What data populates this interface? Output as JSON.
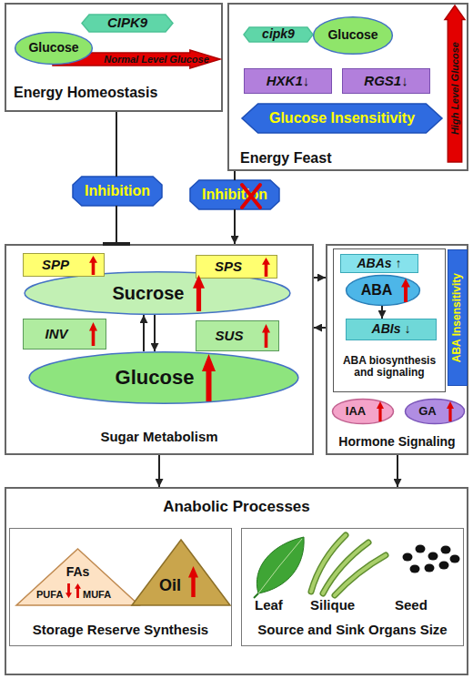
{
  "diagram": {
    "nodes": [
      {
        "text": [
          "Energy Homeostasis"
        ]
      },
      {
        "text": [
          "CIPK9"
        ],
        "in": 0
      },
      {
        "text": [
          "Glucose"
        ],
        "in": 0
      },
      {
        "text": [
          "Normal Level Glucose"
        ],
        "in": 0
      },
      {
        "text": [
          "Energy Feast"
        ]
      },
      {
        "text": [
          "cipk9"
        ],
        "in": 4
      },
      {
        "text": [
          "Glucose"
        ],
        "in": 4
      },
      {
        "text": [
          "High Level Glucose"
        ],
        "in": 4
      },
      {
        "text": [
          "HXK1↓"
        ],
        "in": 4
      },
      {
        "text": [
          "RGS1↓"
        ],
        "in": 4
      },
      {
        "text": [
          "Glucose Insensitivity"
        ],
        "in": 4
      },
      {
        "text": [
          "Inhibition"
        ]
      },
      {
        "text": [
          "Inhibition"
        ]
      },
      {
        "text": [
          "Sugar Metabolism"
        ]
      },
      {
        "text": [
          "SPP"
        ],
        "in": 13
      },
      {
        "text": [
          "SPS"
        ],
        "in": 13
      },
      {
        "text": [
          "Sucrose"
        ],
        "in": 13
      },
      {
        "text": [
          "INV"
        ],
        "in": 13
      },
      {
        "text": [
          "SUS"
        ],
        "in": 13
      },
      {
        "text": [
          "Glucose"
        ],
        "in": 13
      },
      {
        "text": [
          "Hormone Signaling"
        ]
      },
      {
        "text": [
          "ABA biosynthesis and signaling"
        ],
        "in": 20
      },
      {
        "text": [
          "ABAs ↑"
        ],
        "in": 21
      },
      {
        "text": [
          "ABA"
        ],
        "in": 21
      },
      {
        "text": [
          "ABIs ↓"
        ],
        "in": 21
      },
      {
        "text": [
          "ABA Insensitivity"
        ],
        "in": 20
      },
      {
        "text": [
          "IAA"
        ],
        "in": 20
      },
      {
        "text": [
          "GA"
        ],
        "in": 20
      },
      {
        "text": [
          "Anabolic Processes"
        ]
      },
      {
        "text": [
          "Storage Reserve Synthesis"
        ],
        "in": 28
      },
      {
        "text": [
          "FAs",
          "PUFA",
          "MUFA"
        ],
        "in": 29
      },
      {
        "text": [
          "Oil"
        ],
        "in": 29
      },
      {
        "text": [
          "Leaf",
          "Silique",
          "Seed",
          "Source and Sink Organs Size"
        ],
        "in": 28
      }
    ],
    "edges": [
      {
        "from": 0,
        "to": 11,
        "arrow": "none"
      },
      {
        "from": 11,
        "to": 13,
        "arrow": "to"
      },
      {
        "from": 4,
        "to": 12,
        "arrow": "none"
      },
      {
        "from": 12,
        "to": 13,
        "arrow": "to"
      },
      {
        "from": 16,
        "to": 19,
        "arrow": "to"
      },
      {
        "from": 19,
        "to": 16,
        "arrow": "to"
      },
      {
        "from": 13,
        "to": 20,
        "arrow": "to"
      },
      {
        "from": 20,
        "to": 13,
        "arrow": "to"
      },
      {
        "from": 23,
        "to": 24,
        "arrow": "to"
      },
      {
        "from": 13,
        "to": 28,
        "arrow": "to"
      },
      {
        "from": 20,
        "to": 28,
        "arrow": "to"
      }
    ]
  }
}
